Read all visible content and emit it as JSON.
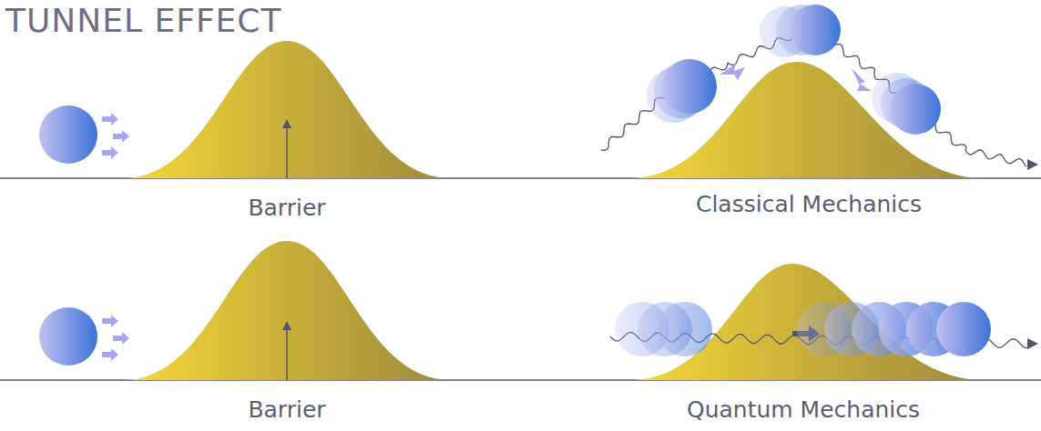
{
  "diagram": {
    "title": "TUNNEL EFFECT",
    "labels": [
      "Barrier",
      "Classical Mechanics",
      "Barrier",
      "Quantum Mechanics"
    ]
  }
}
